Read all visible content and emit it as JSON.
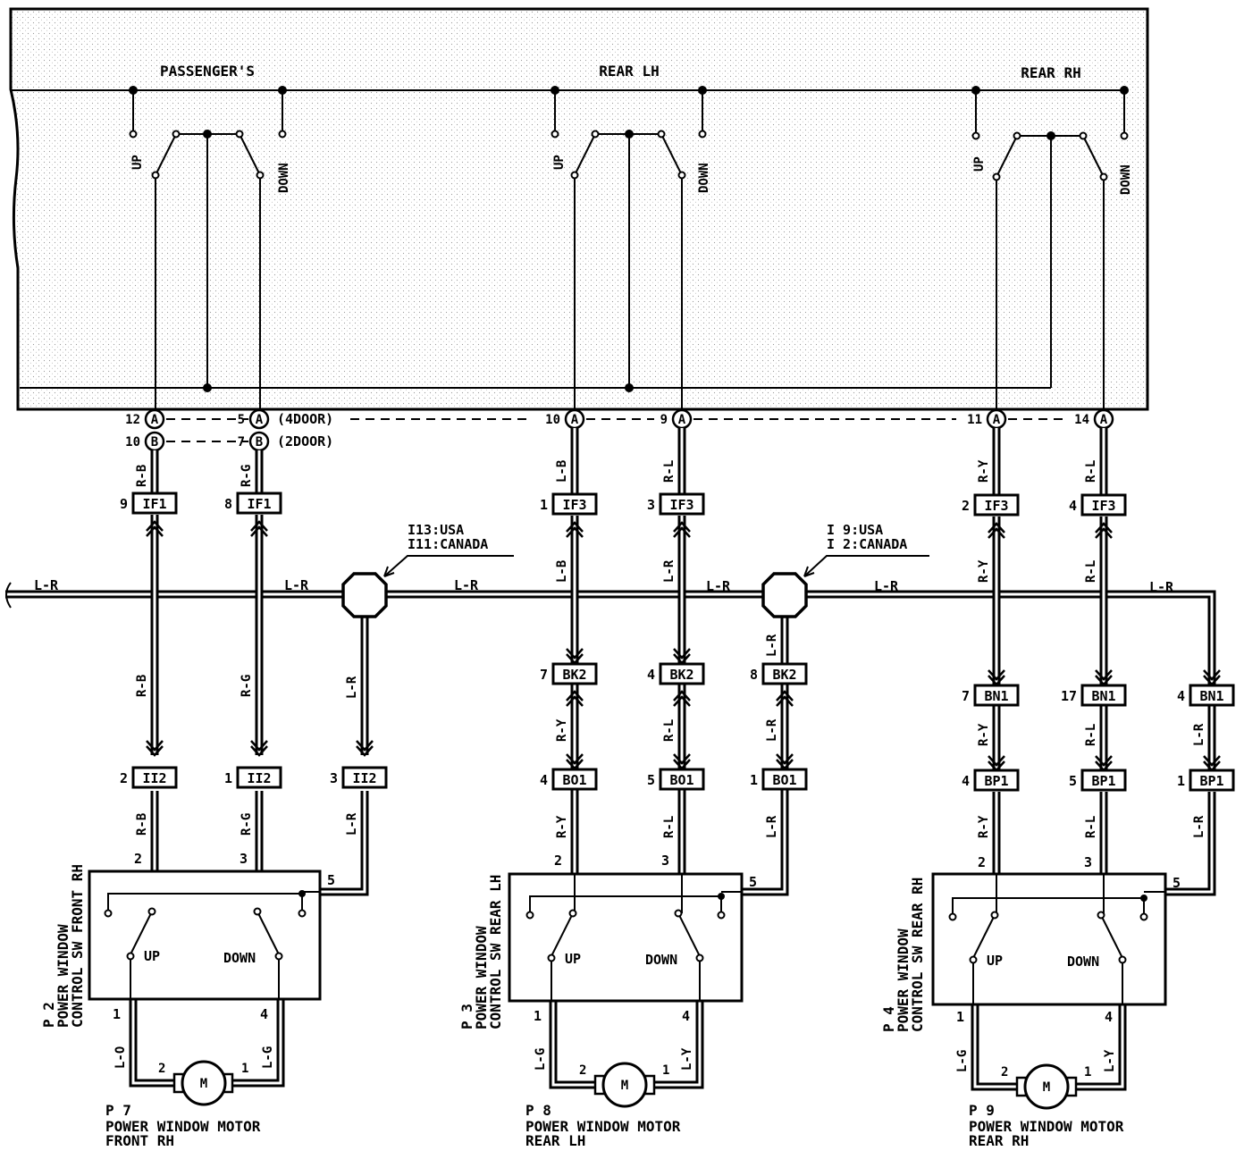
{
  "master_switch": {
    "groups": {
      "passenger": "PASSENGER'S",
      "rear_lh": "REAR LH",
      "rear_rh": "REAR RH"
    },
    "up": "UP",
    "down": "DOWN"
  },
  "connector_a": "A",
  "connector_b": "B",
  "door_4": "(4DOOR)",
  "door_2": "(2DOOR)",
  "pins_a": [
    "12",
    "5",
    "10",
    "9",
    "11",
    "14"
  ],
  "pins_b": [
    "10",
    "7"
  ],
  "wires": {
    "LR": "L-R",
    "RB": "R-B",
    "RG": "R-G",
    "LB": "L-B",
    "RL": "R-L",
    "RY": "R-Y",
    "LO": "L-O",
    "LG": "L-G",
    "LY": "L-Y"
  },
  "junctions": {
    "left_line1": "I13:USA",
    "left_line2": "I11:CANADA",
    "right_line1": "I 9:USA",
    "right_line2": "I 2:CANADA"
  },
  "connectors": {
    "IF1": "IF1",
    "IF3": "IF3",
    "II2": "II2",
    "BK2": "BK2",
    "BO1": "BO1",
    "BN1": "BN1",
    "BP1": "BP1"
  },
  "pin_labels": {
    "if1_a": "9",
    "if1_b": "8",
    "if3_a": "1",
    "if3_b": "3",
    "if3_c": "2",
    "if3_d": "4",
    "ii2_a": "2",
    "ii2_b": "1",
    "ii2_c": "3",
    "bk2_a": "7",
    "bk2_b": "4",
    "bk2_c": "8",
    "bo1_a": "4",
    "bo1_b": "5",
    "bo1_c": "1",
    "bn1_a": "7",
    "bn1_b": "17",
    "bn1_c": "4",
    "bp1_a": "4",
    "bp1_b": "5",
    "bp1_c": "1"
  },
  "switch_pins": {
    "p2": "2",
    "p3": "3",
    "p5": "5",
    "p1": "1",
    "p4": "4"
  },
  "motor_pins": {
    "m2": "2",
    "m1": "1"
  },
  "motor_symbol": "M",
  "components": {
    "p2_code": "P 2",
    "p2_name1": "POWER WINDOW",
    "p2_name2": "CONTROL SW FRONT RH",
    "p3_code": "P 3",
    "p3_name1": "POWER WINDOW",
    "p3_name2": "CONTROL SW REAR LH",
    "p4_code": "P 4",
    "p4_name1": "POWER WINDOW",
    "p4_name2": "CONTROL SW REAR RH",
    "p7_code": "P 7",
    "p7_name1": "POWER WINDOW MOTOR",
    "p7_name2": "FRONT RH",
    "p8_code": "P 8",
    "p8_name1": "POWER WINDOW MOTOR",
    "p8_name2": "REAR LH",
    "p9_code": "P 9",
    "p9_name1": "POWER WINDOW MOTOR",
    "p9_name2": "REAR RH"
  }
}
